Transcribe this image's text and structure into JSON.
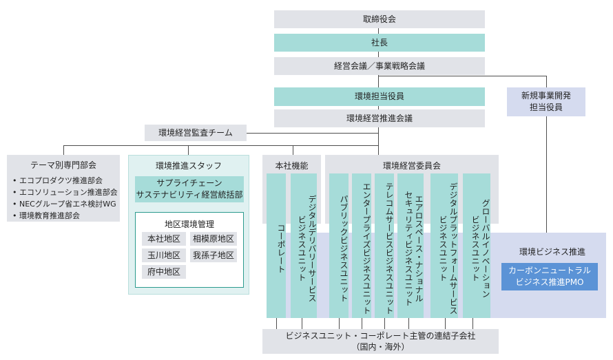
{
  "top": {
    "board": "取締役会",
    "president": "社長",
    "management_meeting": "経営会議／事業戦略会議"
  },
  "env": {
    "officer": "環境担当役員",
    "promotion_meeting": "環境経営推進会議",
    "audit_team": "環境経営監査チーム"
  },
  "new_business": {
    "officer": "新規事業開発\n担当役員"
  },
  "theme": {
    "title": "テーマ別専門部会",
    "items": [
      "エコプロダクツ推進部会",
      "エコソリューション推進部会",
      "NECグループ省エネ検討WG",
      "環境教育推進部会"
    ]
  },
  "staff": {
    "title": "環境推進スタッフ",
    "supply_chain": "サプライチェーン\nサステナビリティ経営統括部",
    "district_title": "地区環境管理",
    "districts": [
      "本社地区",
      "相模原地区",
      "玉川地区",
      "我孫子地区",
      "府中地区"
    ]
  },
  "hq": {
    "title": "本社機能",
    "corporate": "コーポレート",
    "digital_delivery": "デジタルデリバリーサービス\nビジネスユニット"
  },
  "committee": {
    "title": "環境経営委員会",
    "units": [
      "パブリックビジネスユニット",
      "エンタープライズビジネスユニット",
      "テレコムサービスビジネスユニット",
      "エアロスペース・ナショナル\nセキュリティビジネスユニット",
      "デジタルプラットフォームサービス\nビジネスユニット",
      "グローバルイノベーション\nビジネスユニット"
    ]
  },
  "env_business": {
    "title": "環境ビジネス推進",
    "pmo": "カーボンニュートラル\nビジネス推進PMO"
  },
  "subsidiaries": {
    "label": "ビジネスユニット・コーポレート主管の連結子会社\n（国内・海外）"
  },
  "colors": {
    "grey": "#e1e3e8",
    "teal": "#a6dcd9",
    "pale_blue": "#d5dbef",
    "light_teal": "#e0f1f1",
    "pmo_blue": "#5b93d6",
    "line": "#4d4d4d"
  }
}
